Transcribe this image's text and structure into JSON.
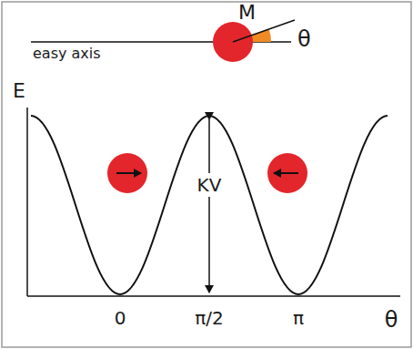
{
  "diagram": {
    "labels": [
      "M",
      "θ",
      "easy axis",
      "E",
      "KV",
      "0",
      "π/2",
      "π",
      "θ"
    ]
  }
}
